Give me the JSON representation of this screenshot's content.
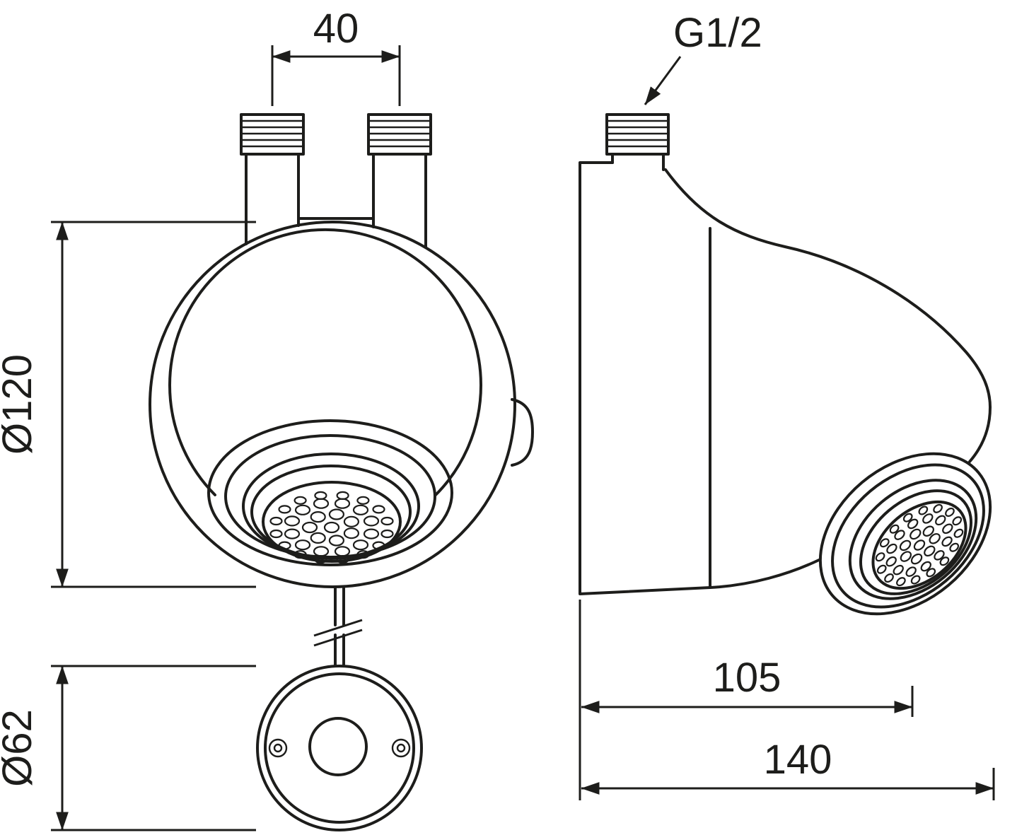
{
  "dims": {
    "pipe_spacing": "40",
    "thread": "G1/2",
    "head_dia": "Ø120",
    "plate_dia": "Ø62",
    "spout_proj": "105",
    "total_proj": "140"
  },
  "colors": {
    "line": "#1d1d1b",
    "background": "#ffffff"
  }
}
